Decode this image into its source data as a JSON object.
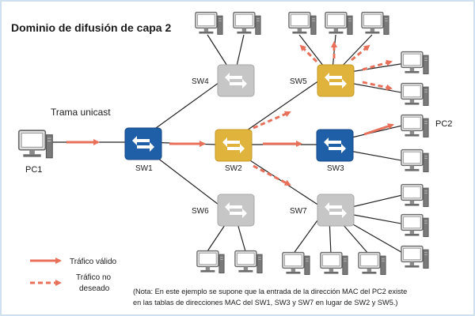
{
  "title": "Dominio de difusión de capa 2",
  "frame_label": "Trama unicast",
  "colors": {
    "frame_border": "#cfe0f0",
    "blue_switch": "#1f5fa8",
    "yellow_switch": "#e0b43c",
    "gray_switch": "#c6c6c6",
    "red_arrow": "#e8705a",
    "link_line": "#222222"
  },
  "switches": [
    {
      "id": "SW1",
      "label": "SW1",
      "color": "blue"
    },
    {
      "id": "SW2",
      "label": "SW2",
      "color": "yellow"
    },
    {
      "id": "SW3",
      "label": "SW3",
      "color": "blue"
    },
    {
      "id": "SW4",
      "label": "SW4",
      "color": "gray"
    },
    {
      "id": "SW5",
      "label": "SW5",
      "color": "yellow"
    },
    {
      "id": "SW6",
      "label": "SW6",
      "color": "gray"
    },
    {
      "id": "SW7",
      "label": "SW7",
      "color": "gray"
    }
  ],
  "hosts": [
    {
      "label": "PC1"
    },
    {
      "label": "PC2"
    }
  ],
  "links": [
    [
      "SW1",
      "SW2"
    ],
    [
      "SW2",
      "SW3"
    ],
    [
      "SW2",
      "SW5"
    ],
    [
      "SW2",
      "SW7"
    ],
    [
      "SW1",
      "SW4"
    ],
    [
      "SW1",
      "SW6"
    ]
  ],
  "legend": {
    "valid": "Tráfico válido",
    "unwanted_line1": "Tráfico no",
    "unwanted_line2": "deseado"
  },
  "note": {
    "line1": "(Nota: En este ejemplo se supone que la entrada de la dirección MAC del PC2 existe",
    "line2": "en las tablas de direcciones MAC del SW1, SW3 y SW7 en lugar de SW2 y SW5.)"
  }
}
